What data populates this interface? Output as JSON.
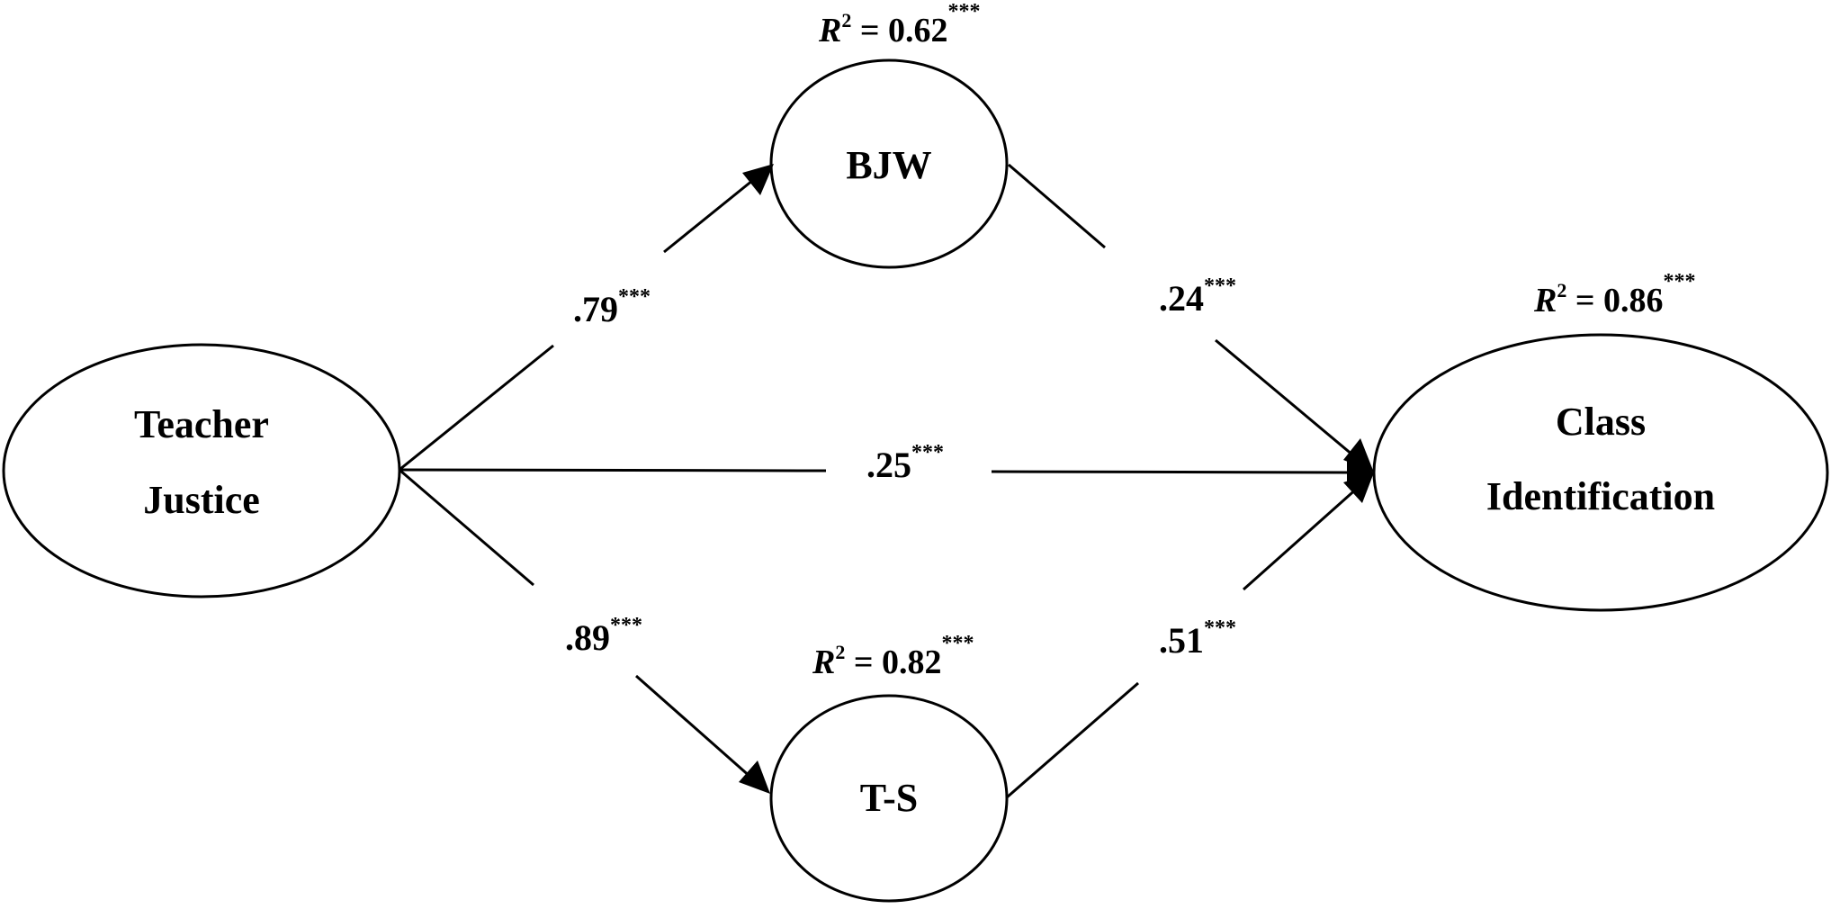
{
  "nodes": {
    "teacher_justice": {
      "line1": "Teacher",
      "line2": "Justice"
    },
    "bjw": {
      "label": "BJW"
    },
    "ts": {
      "label": "T-S"
    },
    "class_identification": {
      "line1": "Class",
      "line2": "Identification"
    }
  },
  "paths": {
    "tj_bjw": {
      "coef": ".79",
      "sig": "***"
    },
    "tj_ts": {
      "coef": ".89",
      "sig": "***"
    },
    "tj_ci": {
      "coef": ".25",
      "sig": "***"
    },
    "bjw_ci": {
      "coef": ".24",
      "sig": "***"
    },
    "ts_ci": {
      "coef": ".51",
      "sig": "***"
    }
  },
  "r_squared": {
    "symbol": "R",
    "power": "2",
    "bjw": {
      "text": " = 0.62",
      "sig": "***"
    },
    "ts": {
      "text": " = 0.82",
      "sig": "***"
    },
    "class_identification": {
      "text": " = 0.86",
      "sig": "***"
    }
  }
}
